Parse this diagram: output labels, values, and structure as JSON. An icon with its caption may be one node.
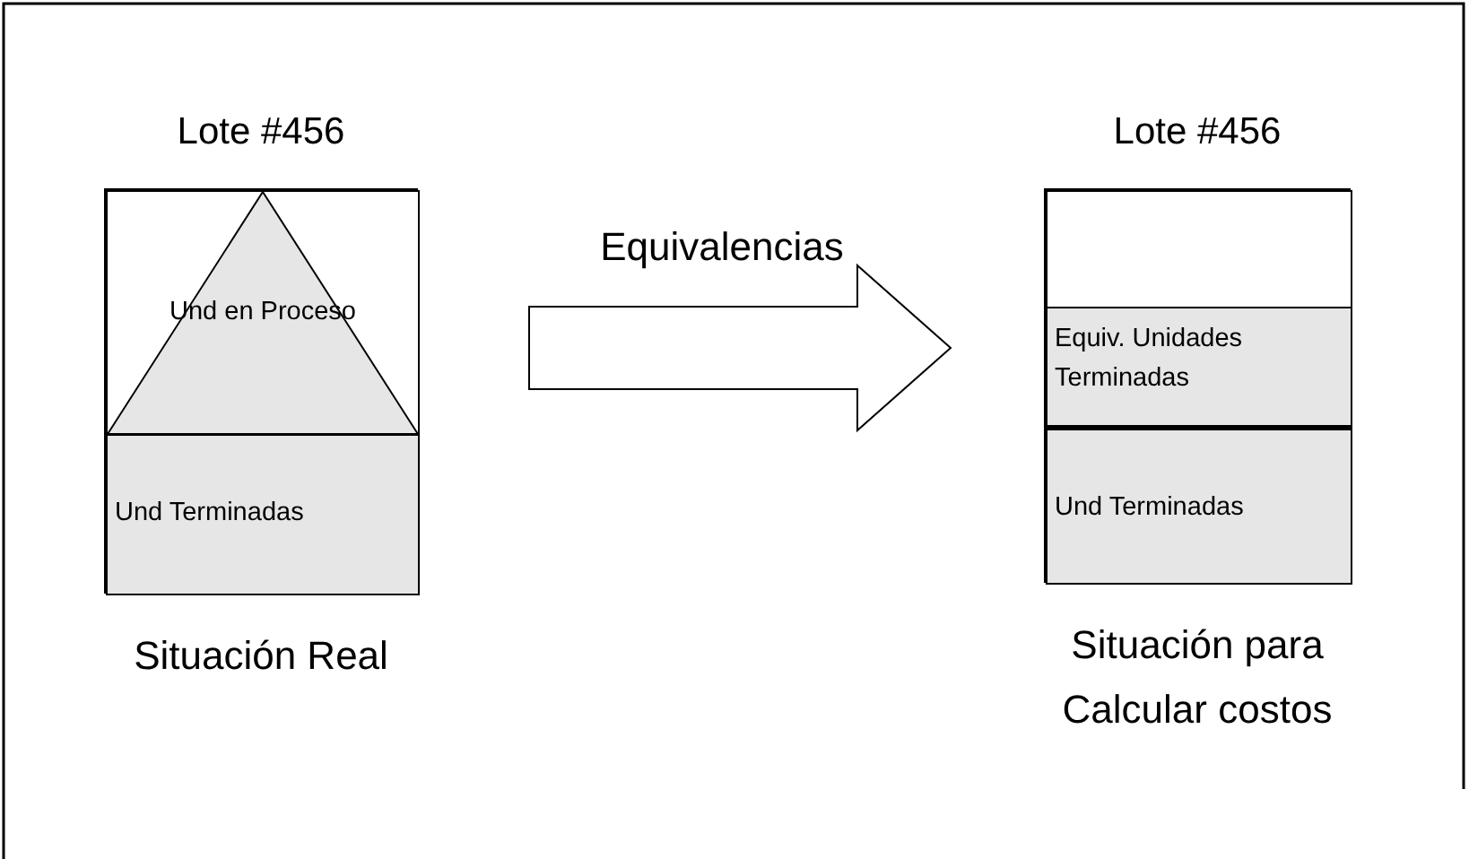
{
  "diagram": {
    "nodes": [
      {
        "text": [
          "Lote #456"
        ],
        "beside": [
          "Situación Real"
        ]
      },
      {
        "text": [
          "Und en Proceso"
        ],
        "in": 0
      },
      {
        "text": [
          "Und Terminadas"
        ],
        "in": 0
      },
      {
        "text": [
          "Lote #456"
        ],
        "beside": [
          "Situación para Calcular costos"
        ]
      },
      {
        "text": [],
        "shape": "box",
        "in": 3
      },
      {
        "text": [
          "Equiv. Unidades Terminadas"
        ],
        "in": 3
      },
      {
        "text": [
          "Und Terminadas"
        ],
        "in": 3
      }
    ],
    "edges": [
      {
        "from": 0,
        "to": 3,
        "arrow": "to",
        "label": "Equivalencias"
      }
    ]
  }
}
